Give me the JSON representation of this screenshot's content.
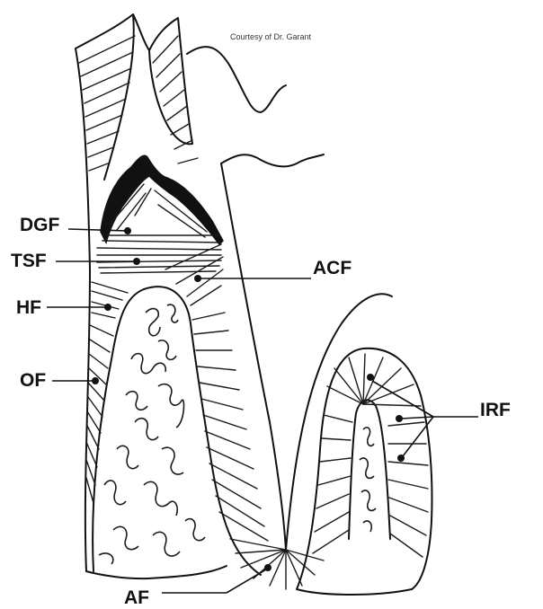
{
  "credit": "Courtesy of Dr. Garant",
  "labels": {
    "dgf": "DGF",
    "tsf": "TSF",
    "hf": "HF",
    "of": "OF",
    "acf": "ACF",
    "irf": "IRF",
    "af": "AF"
  },
  "colors": {
    "ink": "#111111",
    "background": "#ffffff"
  }
}
